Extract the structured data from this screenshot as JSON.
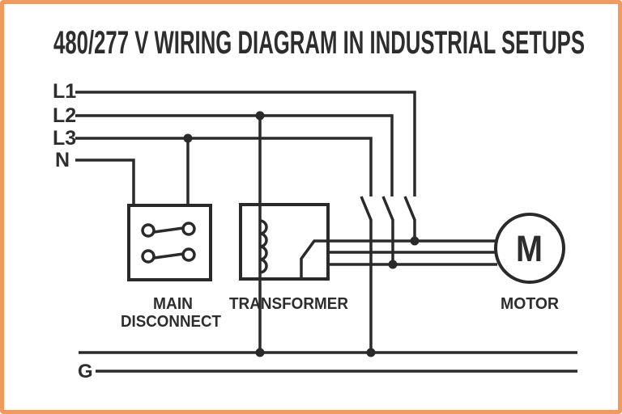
{
  "title": "480/277 V WIRING DIAGRAM IN INDUSTRIAL SETUPS",
  "colors": {
    "line": "#2a2a2a",
    "text": "#2d2d2d",
    "frame_border": "#f09a5d",
    "background": "#ffffff"
  },
  "feed_labels": {
    "l1": "L1",
    "l2": "L2",
    "l3": "L3",
    "n": "N"
  },
  "ground_label": "G",
  "components": {
    "main_disconnect": {
      "name_line1": "MAIN",
      "name_line2": "DISCONNECT"
    },
    "transformer": {
      "name": "TRANSFORMER"
    },
    "motor": {
      "name": "MOTOR",
      "letter": "M"
    }
  }
}
